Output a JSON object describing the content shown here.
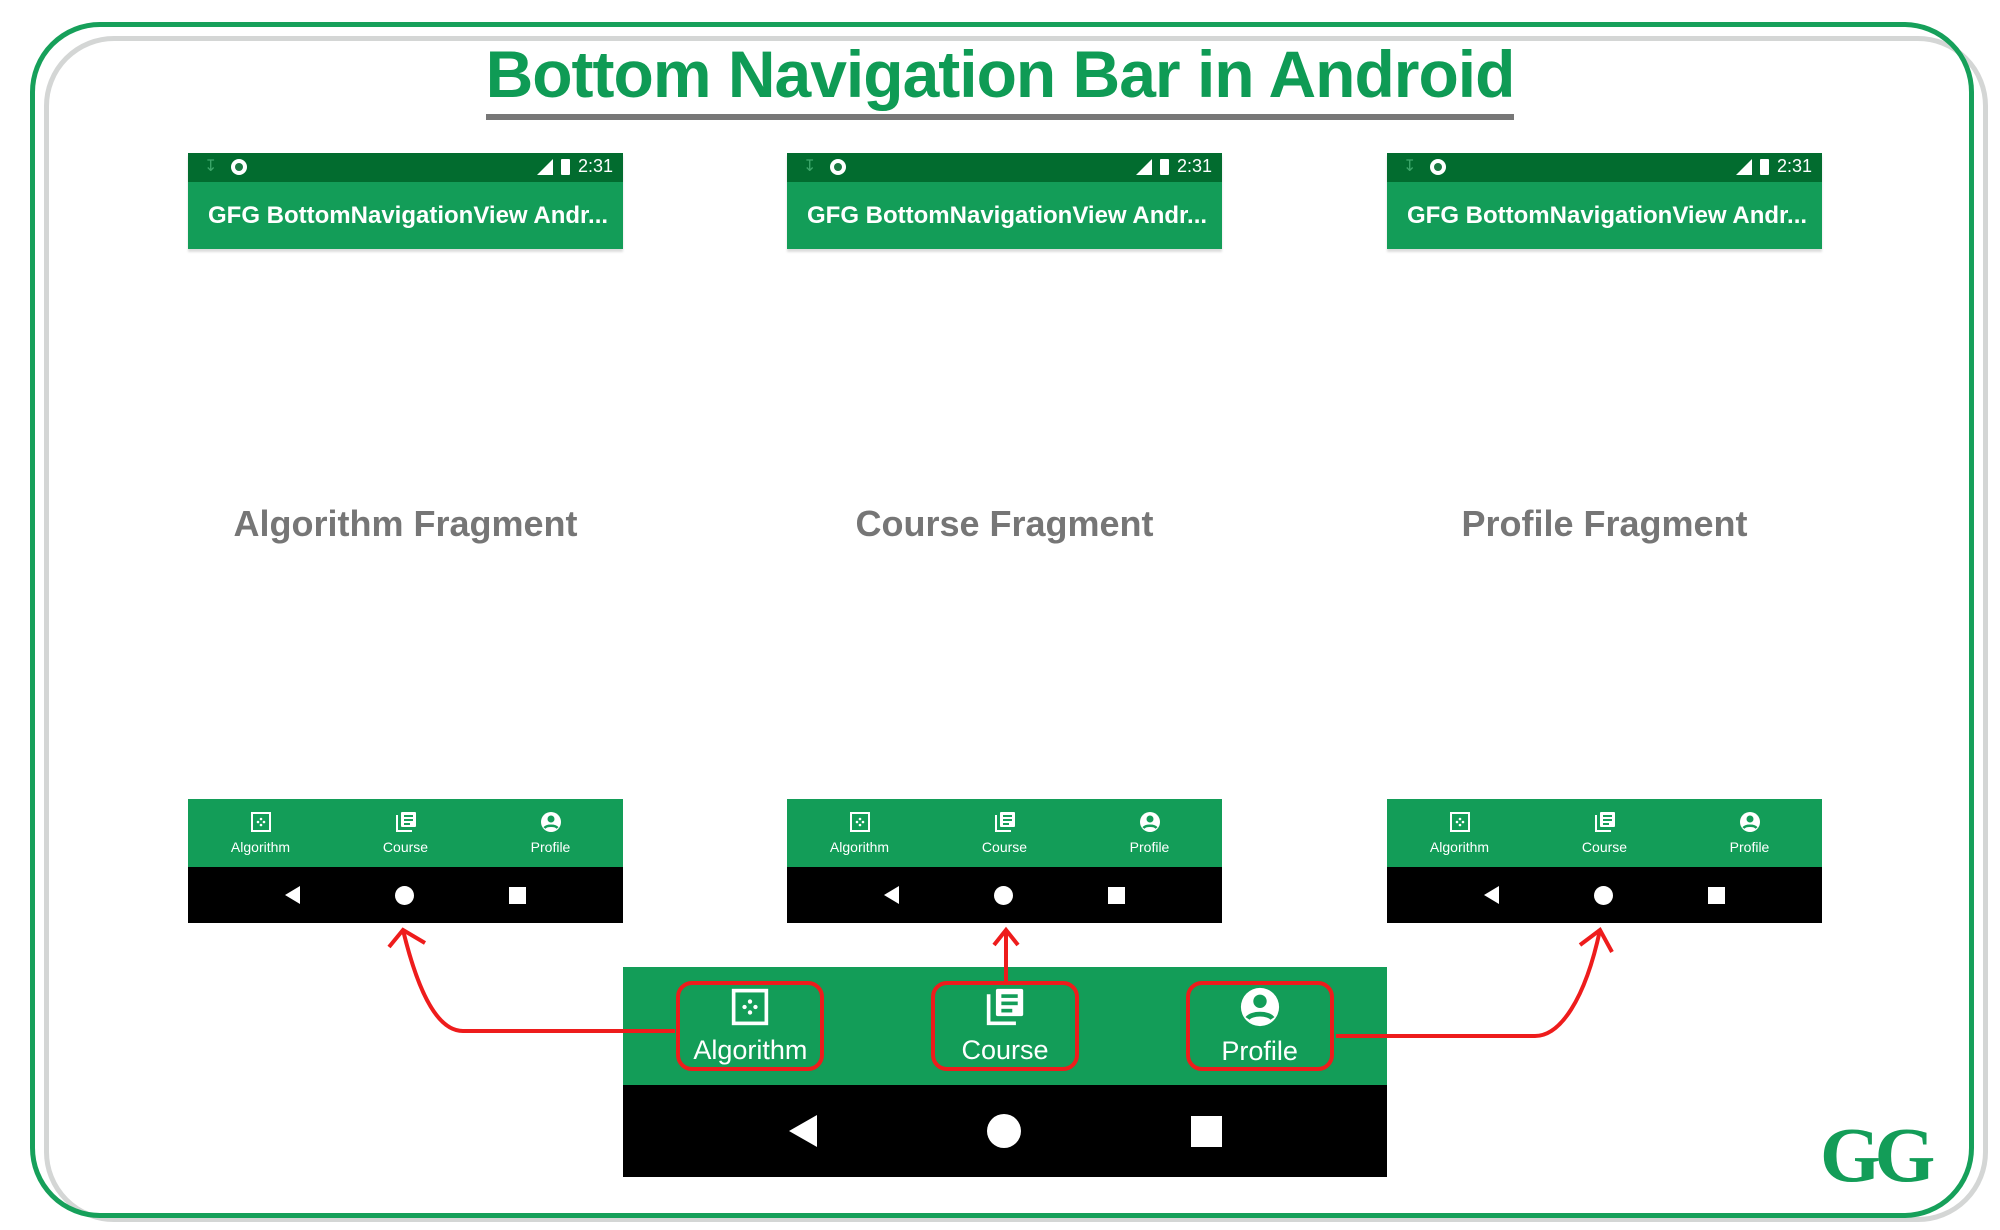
{
  "title": "Bottom Navigation Bar in Android",
  "colors": {
    "brand_green": "#139d58",
    "status_green": "#026c2f",
    "arrow_red": "#ee1c1c",
    "fragment_text": "#767676"
  },
  "phones": [
    {
      "status_time": "2:31",
      "app_title": "GFG BottomNavigationView Andr...",
      "fragment_label": "Algorithm Fragment"
    },
    {
      "status_time": "2:31",
      "app_title": "GFG BottomNavigationView Andr...",
      "fragment_label": "Course Fragment"
    },
    {
      "status_time": "2:31",
      "app_title": "GFG BottomNavigationView Andr...",
      "fragment_label": "Profile Fragment"
    }
  ],
  "nav_items": [
    {
      "label": "Algorithm",
      "icon": "grid-icon"
    },
    {
      "label": "Course",
      "icon": "library-books-icon"
    },
    {
      "label": "Profile",
      "icon": "account-circle-icon"
    }
  ],
  "logo": "GG"
}
